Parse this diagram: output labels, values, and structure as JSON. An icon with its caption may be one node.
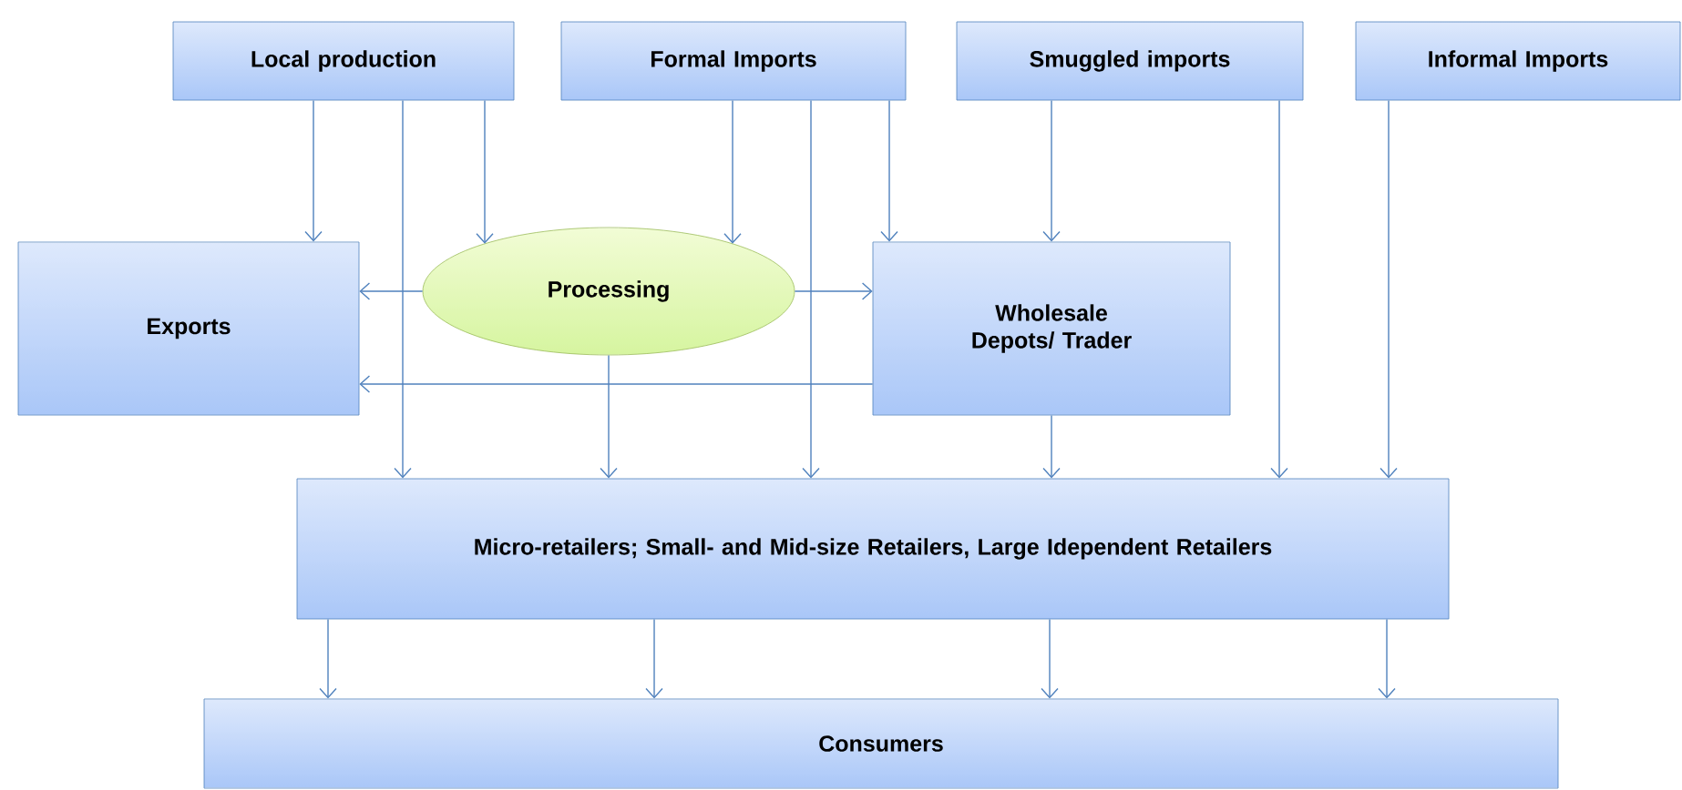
{
  "diagram": {
    "nodes": [
      {
        "text": [
          "Local production"
        ]
      },
      {
        "text": [
          "Formal Imports"
        ]
      },
      {
        "text": [
          "Smuggled imports"
        ]
      },
      {
        "text": [
          "Informal Imports"
        ]
      },
      {
        "text": [
          "Exports"
        ]
      },
      {
        "text": [
          "Processing"
        ]
      },
      {
        "text": [
          "Wholesale Depots/ Trader"
        ]
      },
      {
        "text": [
          "Micro-retailers; Small- and Mid-size Retailers, Large Idependent Retailers"
        ]
      },
      {
        "text": [
          "Consumers"
        ]
      }
    ],
    "edges": [
      {
        "from": 0,
        "to": 4,
        "arrow": "to"
      },
      {
        "from": 0,
        "to": 7,
        "arrow": "to"
      },
      {
        "from": 0,
        "to": 5,
        "arrow": "to"
      },
      {
        "from": 1,
        "to": 5,
        "arrow": "to"
      },
      {
        "from": 1,
        "to": 7,
        "arrow": "to"
      },
      {
        "from": 1,
        "to": 6,
        "arrow": "to"
      },
      {
        "from": 2,
        "to": 6,
        "arrow": "to"
      },
      {
        "from": 2,
        "to": 7,
        "arrow": "to"
      },
      {
        "from": 3,
        "to": 7,
        "arrow": "to"
      },
      {
        "from": 5,
        "to": 4,
        "arrow": "to"
      },
      {
        "from": 5,
        "to": 6,
        "arrow": "to"
      },
      {
        "from": 5,
        "to": 7,
        "arrow": "to"
      },
      {
        "from": 6,
        "to": 4,
        "arrow": "to"
      },
      {
        "from": 6,
        "to": 7,
        "arrow": "to"
      },
      {
        "from": 7,
        "to": 8,
        "arrow": "to"
      },
      {
        "from": 7,
        "to": 8,
        "arrow": "to"
      },
      {
        "from": 7,
        "to": 8,
        "arrow": "to"
      },
      {
        "from": 7,
        "to": 8,
        "arrow": "to"
      }
    ]
  }
}
